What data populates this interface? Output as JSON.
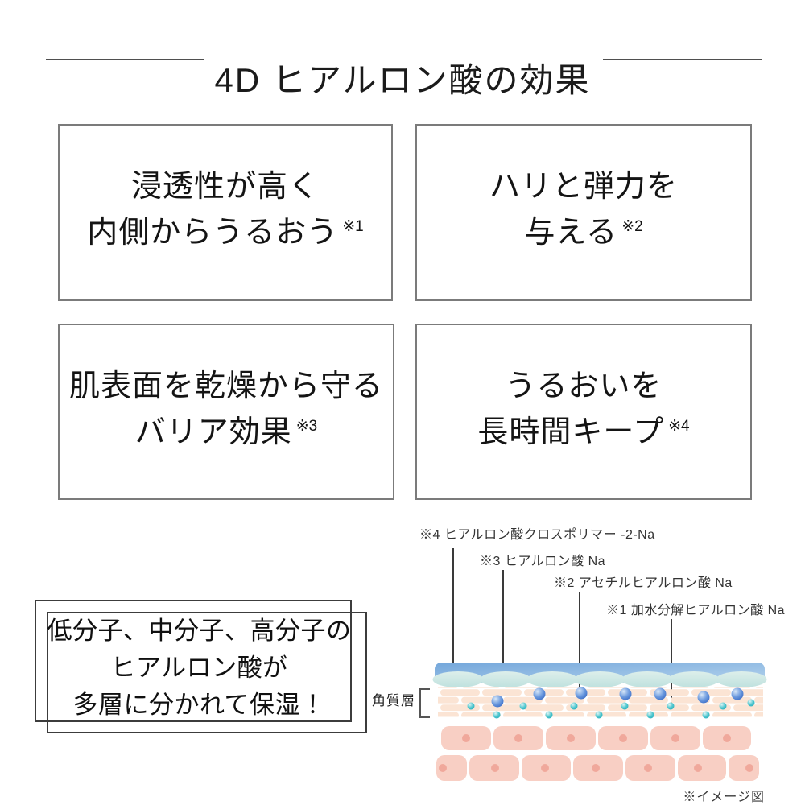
{
  "title": {
    "text": "4D ヒアルロン酸の効果"
  },
  "benefit_boxes": [
    {
      "line1": "浸透性が高く",
      "line2": "内側からうるおう",
      "note": "※1"
    },
    {
      "line1": "ハリと弾力を",
      "line2": "与える",
      "note": "※2"
    },
    {
      "line1": "肌表面を乾燥から守る",
      "line2": "バリア効果",
      "note": "※3"
    },
    {
      "line1": "うるおいを",
      "line2": "長時間キープ",
      "note": "※4"
    }
  ],
  "highlight_box": {
    "line1": "低分子、中分子、高分子の",
    "line2": "ヒアルロン酸が",
    "line3": "多層に分かれて保湿！"
  },
  "diagram": {
    "callouts": [
      {
        "label": "※4 ヒアルロン酸クロスポリマー -2-Na"
      },
      {
        "label": "※3 ヒアルロン酸 Na"
      },
      {
        "label": "※2 アセチルヒアルロン酸 Na"
      },
      {
        "label": "※1 加水分解ヒアルロン酸 Na"
      }
    ],
    "layer_label": "角質層",
    "note": "※イメージ図",
    "colors": {
      "band_start": "#74a7db",
      "band_end": "#b4d3ed",
      "lens_light": "#ddefeb",
      "lens_dark": "#bfe1de",
      "brick": "#fbe4d4",
      "cell": "#f8cfc4",
      "nucleus": "#f0a89b",
      "sphere_hi": "#d9e8f8",
      "sphere_mid": "#6d9bdf",
      "sphere_dark": "#3a6cc6",
      "dot_hi": "#dff5f5",
      "dot_mid": "#52c8d0",
      "dot_dark": "#2aaebc"
    }
  }
}
